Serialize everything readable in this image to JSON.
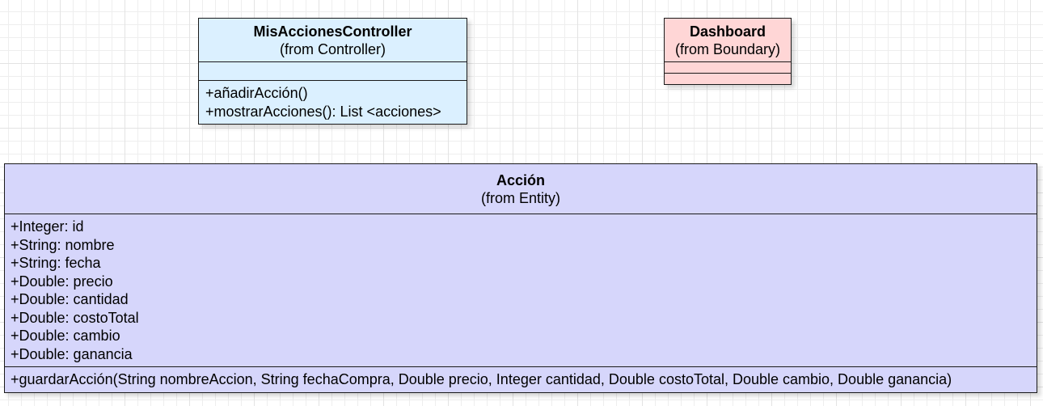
{
  "classes": {
    "controller": {
      "name": "MisAccionesController",
      "from": "(from Controller)",
      "attributes": [],
      "operations": [
        "+añadirAcción()",
        "+mostrarAcciones(): List <acciones>"
      ],
      "fill": "#dbf0ff"
    },
    "dashboard": {
      "name": "Dashboard",
      "from": "(from Boundary)",
      "attributes": [],
      "operations": [],
      "fill": "#ffd6d6"
    },
    "accion": {
      "name": "Acción",
      "from": "(from Entity)",
      "attributes": [
        "+Integer: id",
        "+String: nombre",
        "+String: fecha",
        "+Double: precio",
        "+Double: cantidad",
        "+Double: costoTotal",
        "+Double: cambio",
        "+Double: ganancia"
      ],
      "operations": [
        "+guardarAcción(String nombreAccion, String fechaCompra, Double precio, Integer cantidad, Double costoTotal, Double cambio, Double ganancia)"
      ],
      "fill": "#d6d6fb"
    }
  }
}
